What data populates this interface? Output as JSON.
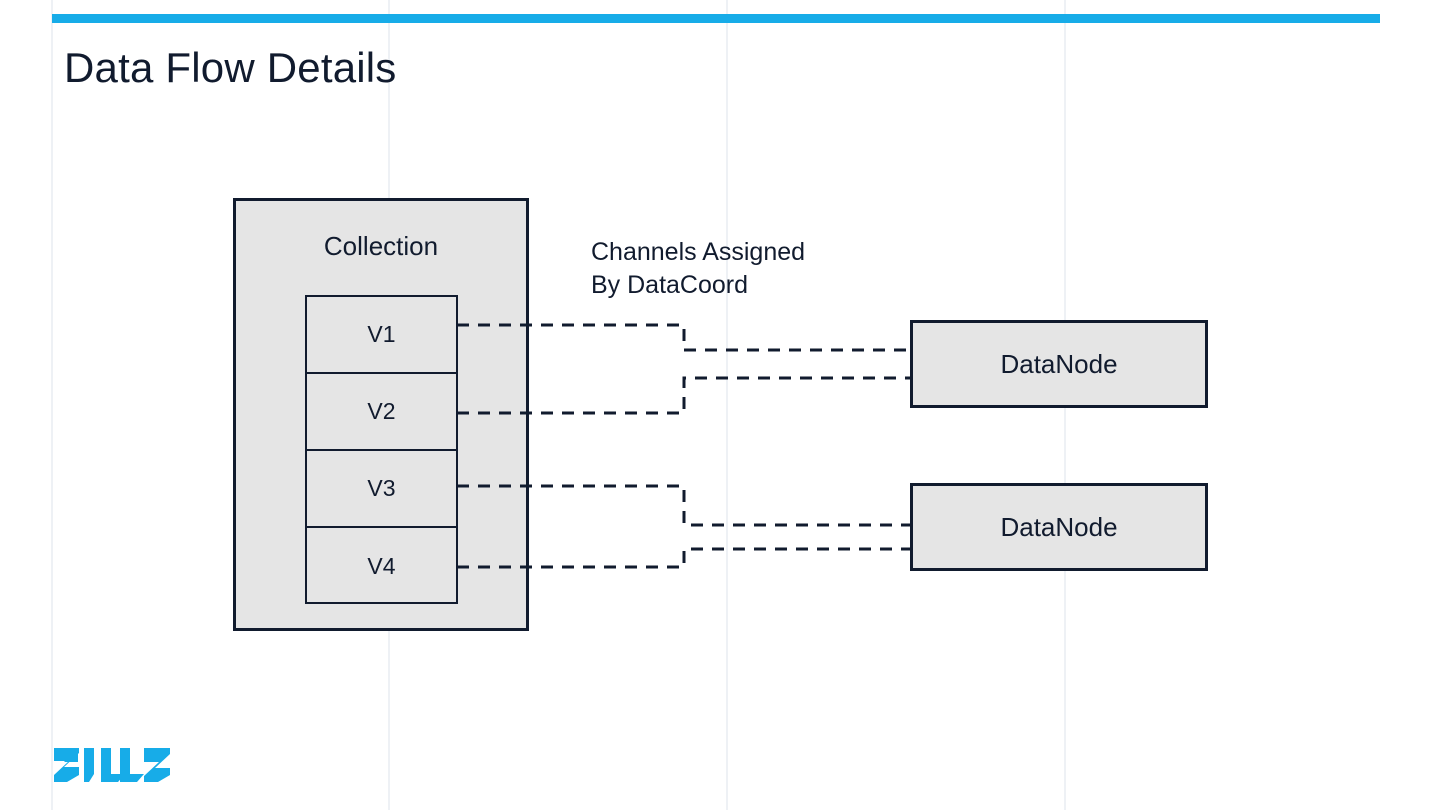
{
  "slide": {
    "title": "Data Flow Details",
    "accent_color": "#17ace8",
    "text_color": "#111b2e",
    "box_fill": "#e5e5e5",
    "background": "#ffffff"
  },
  "diagram": {
    "type": "flow-diagram",
    "collection": {
      "label": "Collection",
      "vchannels": [
        {
          "label": "V1"
        },
        {
          "label": "V2"
        },
        {
          "label": "V3"
        },
        {
          "label": "V4"
        }
      ]
    },
    "annotation": "Channels Assigned\nBy DataCoord",
    "datanodes": [
      {
        "label": "DataNode"
      },
      {
        "label": "DataNode"
      }
    ],
    "connections": [
      {
        "from": "V1",
        "to": "DataNode-1"
      },
      {
        "from": "V2",
        "to": "DataNode-1"
      },
      {
        "from": "V3",
        "to": "DataNode-2"
      },
      {
        "from": "V4",
        "to": "DataNode-2"
      }
    ]
  },
  "branding": {
    "logo_text": "ZILLIZ",
    "logo_color": "#17ace8"
  }
}
